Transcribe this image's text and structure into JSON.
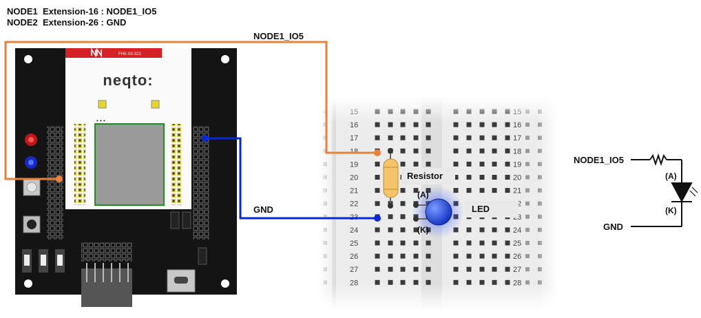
{
  "header": {
    "line1": "NODE1  Extension-16 : NODE1_IO5",
    "line2": "NODE2  Extension-26 : GND"
  },
  "board": {
    "brand": "neqto:",
    "strip_text": "FH0-X0-323"
  },
  "wires": {
    "io5_label": "NODE1_IO5",
    "gnd_label": "GND",
    "io5_color": "#e8823a",
    "gnd_color": "#0a28d8"
  },
  "breadboard": {
    "rows": [
      "15",
      "16",
      "17",
      "18",
      "19",
      "20",
      "21",
      "22",
      "23",
      "24",
      "25",
      "26",
      "27",
      "28"
    ]
  },
  "components": {
    "resistor_label": "Resistor",
    "led_label": "LED",
    "anode": "(A)",
    "cathode": "(K)"
  },
  "schematic": {
    "io5_label": "NODE1_IO5",
    "gnd_label": "GND",
    "anode": "(A)",
    "cathode": "(K)"
  }
}
